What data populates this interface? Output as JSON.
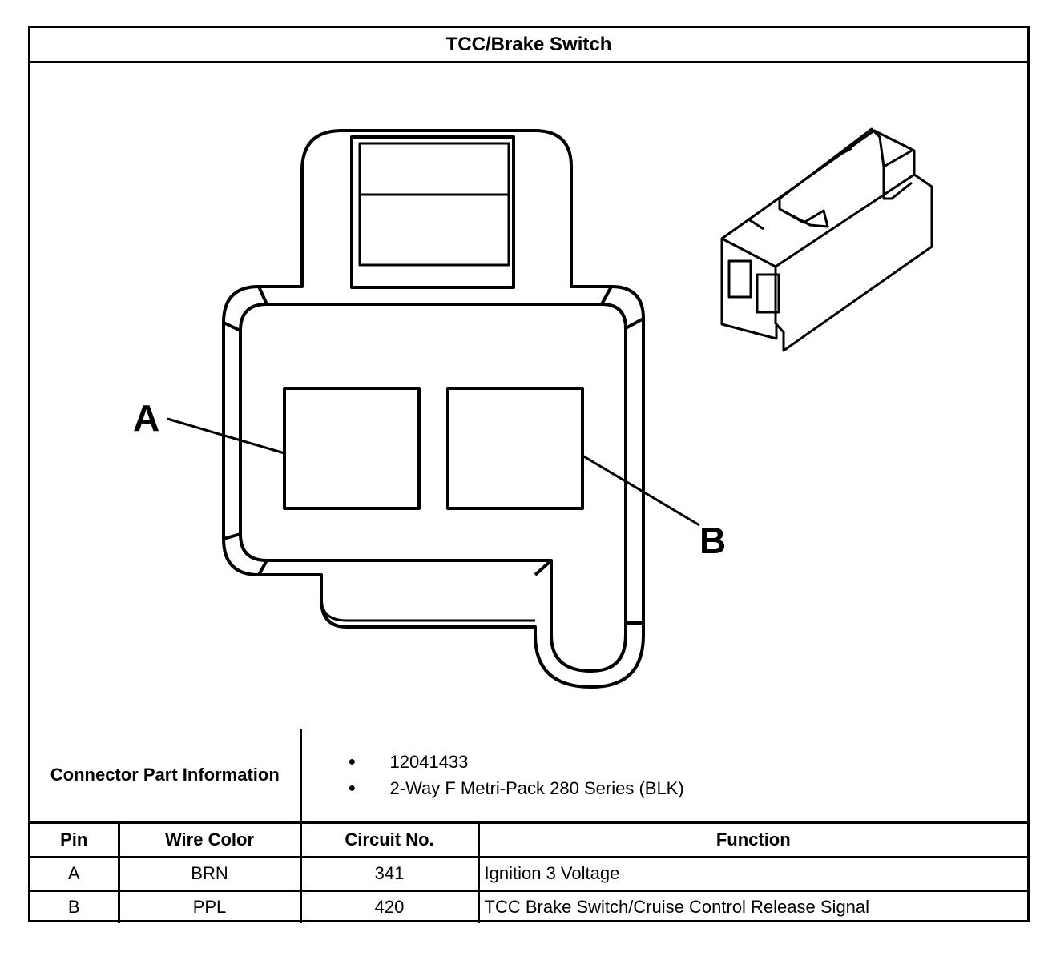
{
  "title": "TCC/Brake Switch",
  "diagram": {
    "label_a": "A",
    "label_b": "B"
  },
  "part_info": {
    "label": "Connector Part Information",
    "items": [
      "12041433",
      "2-Way F Metri-Pack 280 Series (BLK)"
    ]
  },
  "table": {
    "headers": [
      "Pin",
      "Wire Color",
      "Circuit No.",
      "Function"
    ],
    "rows": [
      {
        "pin": "A",
        "wire_color": "BRN",
        "circuit": "341",
        "function": "Ignition 3 Voltage"
      },
      {
        "pin": "B",
        "wire_color": "PPL",
        "circuit": "420",
        "function": "TCC Brake Switch/Cruise Control Release Signal"
      }
    ]
  }
}
